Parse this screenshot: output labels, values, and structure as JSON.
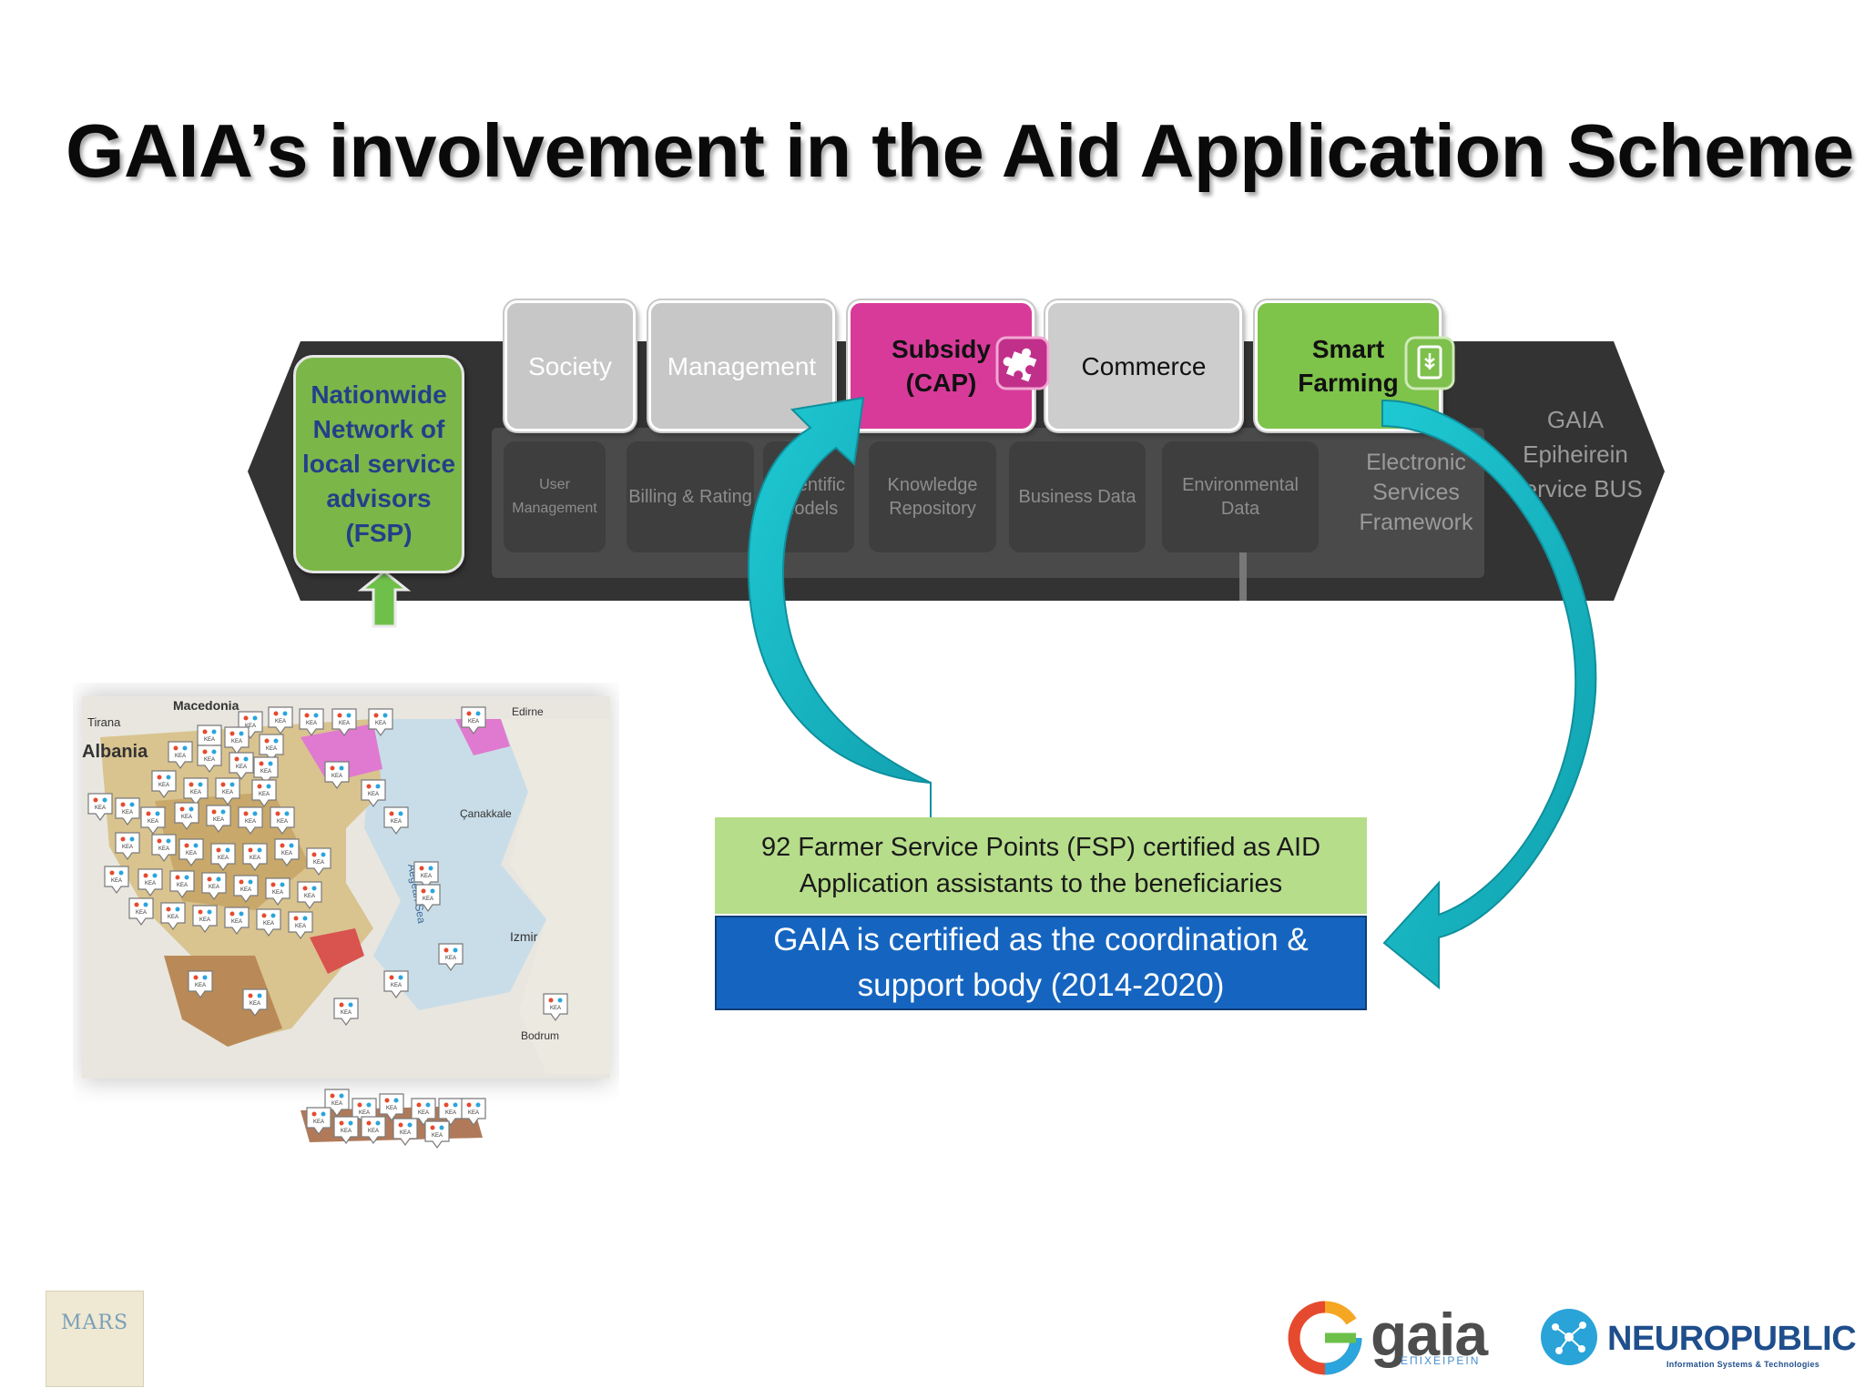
{
  "title": "GAIA’s involvement in the Aid Application Scheme",
  "platform": {
    "tabs": [
      {
        "label": "Society"
      },
      {
        "label": "Management"
      },
      {
        "label": "Subsidy\n(CAP)"
      },
      {
        "label": "Commerce"
      },
      {
        "label": "Smart\nFarming"
      }
    ],
    "fsp_box": "Nationwide Network of local service advisors (FSP)",
    "modules": [
      "User Management",
      "Billing & Rating",
      "Scientific Models",
      "Knowledge Repository",
      "Business Data",
      "Environmental Data"
    ],
    "framework_label": "Electronic Services Framework",
    "bus_label": "GAIA Epiheirein Service BUS"
  },
  "fsp_info": "92 Farmer Service Points (FSP) certified as AID Application assistants  to the beneficiaries",
  "gaia_info": "GAIA is certified as the coordination & support body (2014-2020)",
  "map": {
    "labels": [
      "Macedonia",
      "Tirana",
      "Albania",
      "Çanakkale",
      "Izmir",
      "Bodrum",
      "Aegean Sea",
      "Edirne"
    ],
    "marker_text": "KEA"
  },
  "logos": {
    "mars": "MARS",
    "gaia": "gaia",
    "gaia_sub": "ΕΠΙΧΕΙΡΕΙΝ",
    "neuropublic": "NEUROPUBLIC",
    "neuropublic_sub": "Information Systems & Technologies"
  },
  "colors": {
    "pink": "#d83a9a",
    "green": "#7ec34a",
    "teal": "#18b7c4",
    "blue": "#1565c0",
    "light_green": "#b6dd8a"
  }
}
